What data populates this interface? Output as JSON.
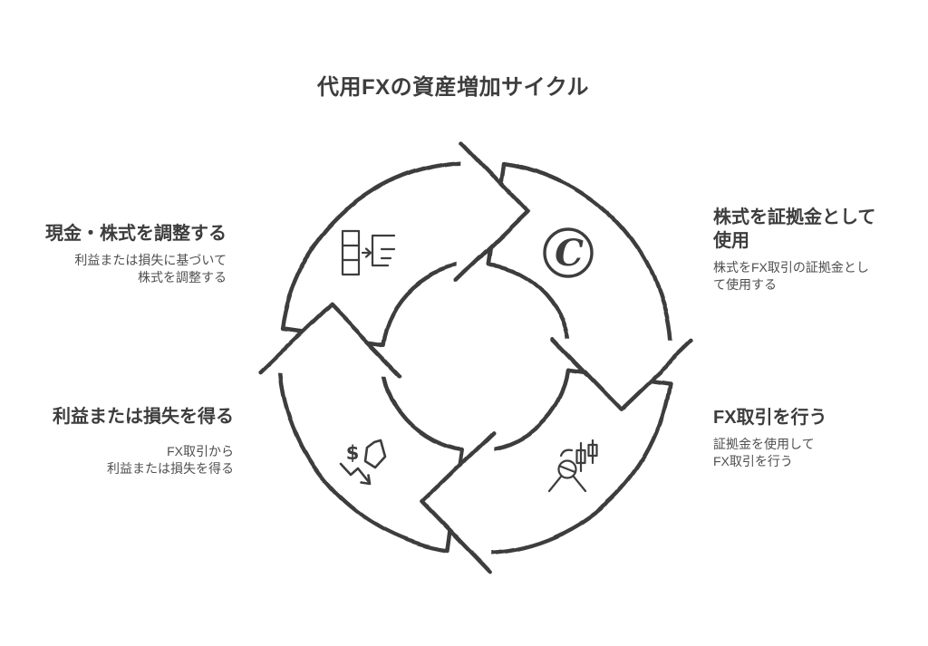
{
  "title": "代用FXの資産増加サイクル",
  "colors": {
    "ink": "#3d3d3d",
    "text_secondary": "#4f4f4f",
    "background": "#ffffff"
  },
  "cycle": {
    "direction": "clockwise",
    "segments": 4
  },
  "steps": [
    {
      "position": "top-right",
      "icon": "circled-c-coin-icon",
      "heading": "株式を証拠金として\n使用",
      "description": "株式をFX取引の証拠金とし\nて使用する"
    },
    {
      "position": "bottom-right",
      "icon": "trader-candlestick-icon",
      "heading": "FX取引を行う",
      "description": "証拠金を使用して\nFX取引を行う"
    },
    {
      "position": "bottom-left",
      "icon": "dollar-loss-arrow-icon",
      "heading": "利益または損失を得る",
      "description": "FX取引から\n利益または損失を得る"
    },
    {
      "position": "top-left",
      "icon": "portfolio-adjust-icon",
      "heading": "現金・株式を調整する",
      "description": "利益または損失に基づいて\n株式を調整する"
    }
  ]
}
